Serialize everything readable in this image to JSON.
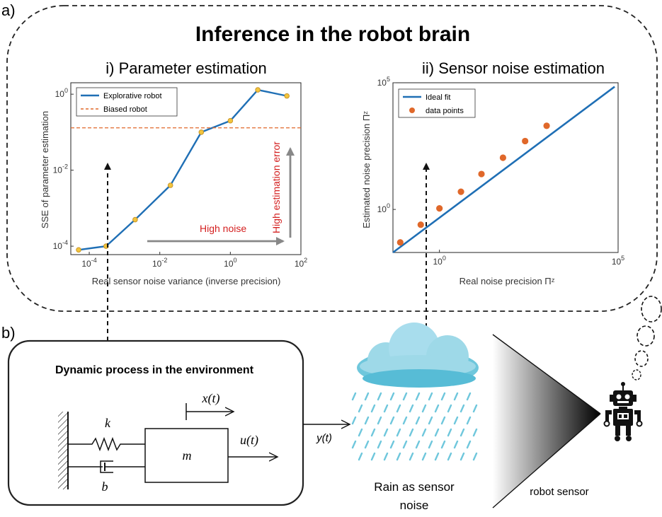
{
  "panel_a": {
    "label": "a)",
    "title": "Inference in the robot brain"
  },
  "panel_b": {
    "label": "b)",
    "process_title": "Dynamic process in the environment",
    "spring_label": "k",
    "damper_label": "b",
    "mass_label": "m",
    "position_label": "x(t)",
    "input_label": "u(t)",
    "output_label": "y(t)",
    "rain_caption_line1": "Rain as sensor",
    "rain_caption_line2": "noise",
    "sensor_caption": "robot sensor"
  },
  "chart_data": [
    {
      "type": "line",
      "title": "i) Parameter estimation",
      "xlabel": "Real sensor noise variance (inverse precision)",
      "ylabel": "SSE of parameter estimation",
      "x_scale": "log",
      "y_scale": "log",
      "xlim": [
        3e-05,
        100
      ],
      "ylim": [
        6e-05,
        2
      ],
      "x_ticks": [
        {
          "value": 0.0001,
          "label": "10^-4"
        },
        {
          "value": 0.01,
          "label": "10^-2"
        },
        {
          "value": 1,
          "label": "10^0"
        },
        {
          "value": 100,
          "label": "10^2"
        }
      ],
      "y_ticks": [
        {
          "value": 0.0001,
          "label": "10^-4"
        },
        {
          "value": 0.01,
          "label": "10^-2"
        },
        {
          "value": 1,
          "label": "10^0"
        }
      ],
      "legend_position": "top-left",
      "series": [
        {
          "name": "Explorative robot",
          "color": "#1f6fb5",
          "x": [
            5e-05,
            0.0003,
            0.002,
            0.02,
            0.15,
            1,
            6,
            40
          ],
          "y": [
            8e-05,
            0.0001,
            0.0005,
            0.004,
            0.1,
            0.2,
            1.3,
            0.9
          ]
        },
        {
          "name": "Biased robot",
          "color": "#e0682a",
          "style": "dashed",
          "constant_y": 0.13
        }
      ],
      "annotations": {
        "noise_arrow_label": "High noise",
        "error_arrow_label": "High estimation error"
      }
    },
    {
      "type": "scatter",
      "title": "ii) Sensor noise estimation",
      "xlabel": "Real noise precision Πᶻ",
      "ylabel": "Estimated noise precision Πᶻ",
      "x_scale": "log",
      "y_scale": "log",
      "xlim": [
        0.05,
        100000
      ],
      "ylim": [
        0.02,
        100000
      ],
      "x_ticks": [
        {
          "value": 1,
          "label": "10^0"
        },
        {
          "value": 100000,
          "label": "10^5"
        }
      ],
      "y_ticks": [
        {
          "value": 1,
          "label": "10^0"
        },
        {
          "value": 100000,
          "label": "10^5"
        }
      ],
      "legend_position": "top-left",
      "series": [
        {
          "name": "Ideal fit",
          "color": "#1f6fb5",
          "x": [
            0.05,
            80000
          ],
          "y": [
            0.02,
            70000
          ]
        },
        {
          "name": "data points",
          "color": "#e0682a",
          "x": [
            0.08,
            0.3,
            1,
            4,
            15,
            60,
            250,
            1000
          ],
          "y": [
            0.05,
            0.25,
            1.1,
            5,
            25,
            110,
            500,
            2000
          ]
        }
      ]
    }
  ]
}
